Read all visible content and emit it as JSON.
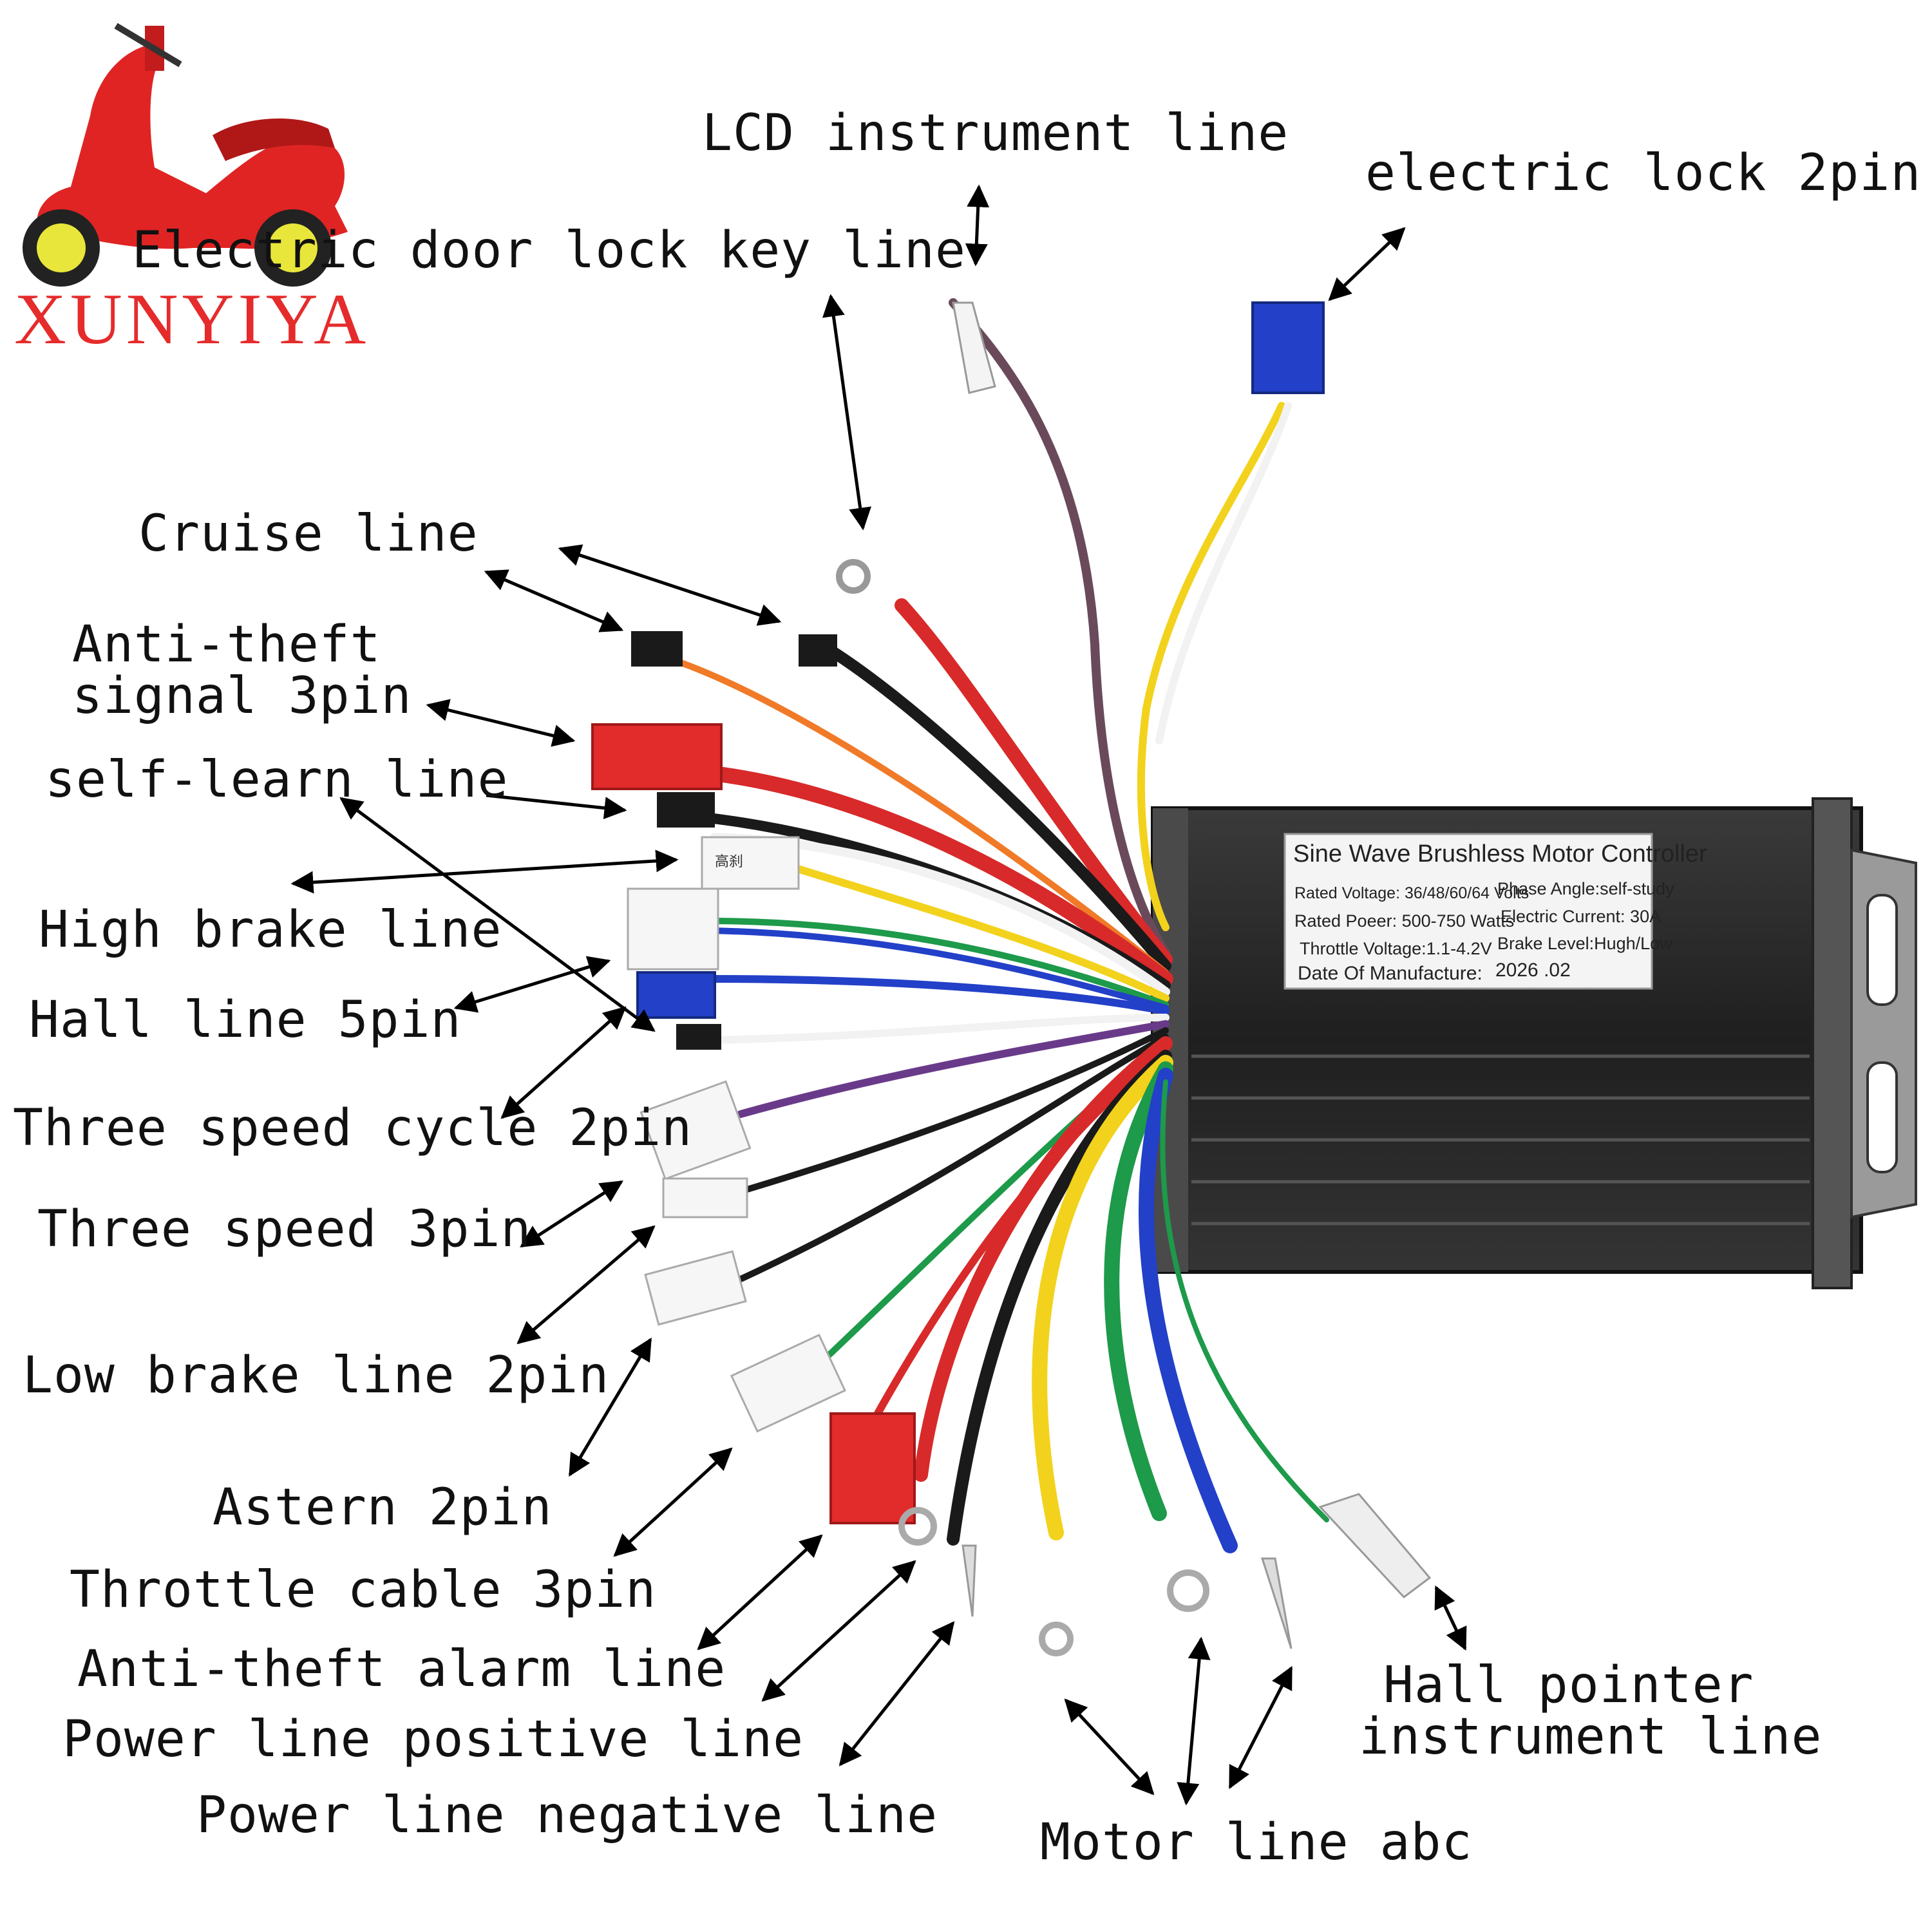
{
  "brand": {
    "name": "XUNYIYA",
    "color": "#e52b2b"
  },
  "labels": {
    "lcd_instrument": "LCD instrument line",
    "electric_lock": "electric lock 2pin",
    "door_lock_key": "Electric door lock key line",
    "cruise": "Cruise line",
    "anti_theft_signal_1": "Anti-theft",
    "anti_theft_signal_2": "signal 3pin",
    "self_learn": "self-learn line",
    "high_brake": "High brake line",
    "hall_5pin": "Hall line 5pin",
    "three_speed_cycle": "Three speed cycle 2pin",
    "three_speed_3pin": "Three speed 3pin",
    "low_brake": "Low brake line 2pin",
    "astern": "Astern 2pin",
    "throttle": "Throttle cable 3pin",
    "anti_theft_alarm": "Anti-theft alarm line",
    "power_positive": "Power line positive line",
    "power_negative": "Power line negative line",
    "motor_abc": "Motor line abc",
    "hall_pointer_1": "Hall pointer",
    "hall_pointer_2": "instrument line"
  },
  "controller": {
    "title": "Sine Wave Brushless Motor Controller",
    "rated_voltage": "Rated Voltage: 36/48/60/64 Volts",
    "phase_angle": "Phase Angle:self-study",
    "rated_power": "Rated Poeer: 500-750 Watts",
    "electric_current": "Electric Current: 30A",
    "throttle_voltage": "Throttle Voltage:1.1-4.2V",
    "brake_level": "Brake Level:Hugh/Low",
    "date_label": "Date Of Manufacture:",
    "date_value": "2026 .02"
  },
  "connector_text": {
    "high_brake_tag": "高刹"
  },
  "icons": [
    "scooter-logo-icon",
    "controller-box-icon",
    "arrow-icon",
    "connector-icon",
    "ring-terminal-icon",
    "spade-terminal-icon"
  ],
  "colors": {
    "red": "#d82a2a",
    "black": "#1a1a1a",
    "yellow": "#f2d21c",
    "green": "#1d9a4a",
    "blue": "#2340c8",
    "white": "#f2f2f2",
    "orange": "#f07a28",
    "gray": "#8a8a8a",
    "purple": "#6a3a8a",
    "box": "#2a2a2a"
  }
}
